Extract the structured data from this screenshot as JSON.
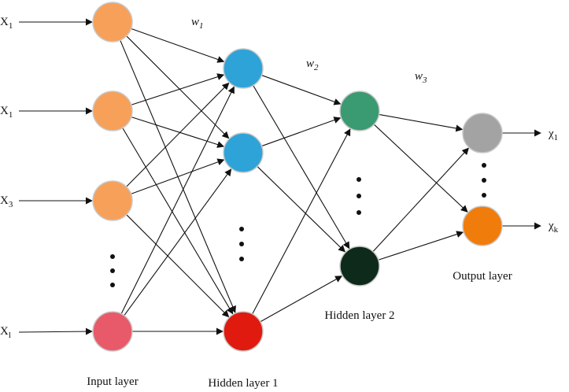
{
  "layers": {
    "input": {
      "label": "Input layer"
    },
    "hidden1": {
      "label": "Hidden layer 1"
    },
    "hidden2": {
      "label": "Hidden layer 2"
    },
    "output": {
      "label": "Output layer"
    }
  },
  "inputs": [
    {
      "name": "X",
      "sub": "1"
    },
    {
      "name": "X",
      "sub": "1"
    },
    {
      "name": "X",
      "sub": "3"
    },
    {
      "name": "X",
      "sub": "l"
    }
  ],
  "outputs": [
    {
      "name": "χ",
      "sub": "1"
    },
    {
      "name": "χ",
      "sub": "k"
    }
  ],
  "weights": [
    {
      "name": "w",
      "sub": "1"
    },
    {
      "name": "w",
      "sub": "2"
    },
    {
      "name": "w",
      "sub": "3"
    }
  ],
  "colors": {
    "input_nodes": [
      "#F7A05A",
      "#F7A05A",
      "#F7A05A",
      "#E85A6A"
    ],
    "hidden1_nodes": [
      "#2EA3D8",
      "#2EA3D8",
      "#E01A0F"
    ],
    "hidden2_nodes": [
      "#3A9A72",
      "#0E2A1A"
    ],
    "output_nodes": [
      "#A3A3A3",
      "#F07C0C"
    ]
  }
}
